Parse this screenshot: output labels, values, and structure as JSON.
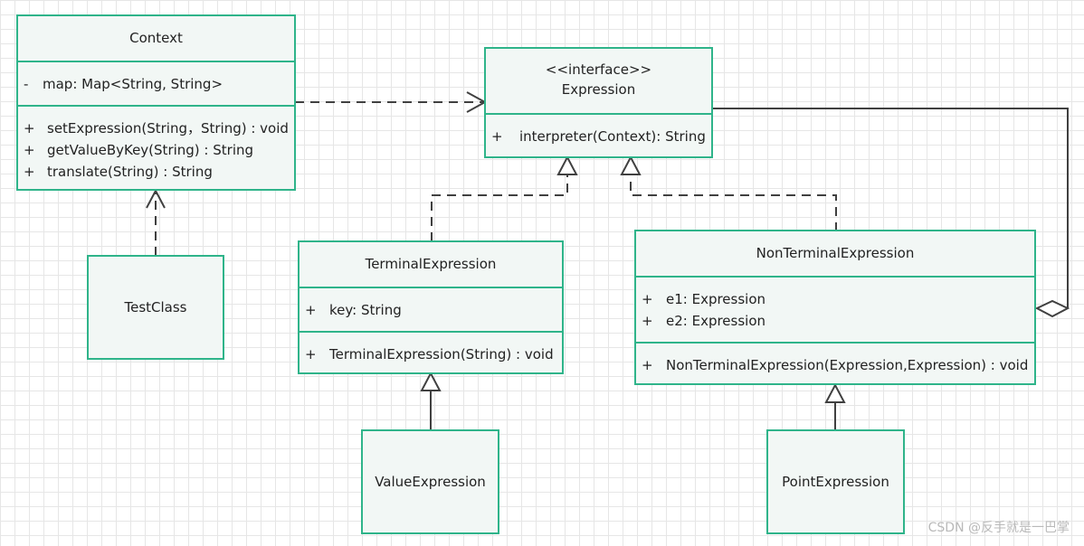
{
  "colors": {
    "border": "#2fb48a",
    "fill": "#f2f7f5",
    "line": "#404040",
    "grid": "#e6e6e6"
  },
  "context": {
    "name": "Context",
    "attributes": [
      {
        "vis": "-",
        "text": "map: Map<String, String>"
      }
    ],
    "methods": [
      {
        "vis": "+",
        "text": "setExpression(String，String) : void"
      },
      {
        "vis": "+",
        "text": "getValueByKey(String) : String"
      },
      {
        "vis": "+",
        "text": "translate(String) : String"
      }
    ]
  },
  "expression": {
    "stereotype": "<<interface>>",
    "name": "Expression",
    "methods": [
      {
        "vis": "+",
        "text": "interpreter(Context): String"
      }
    ]
  },
  "terminal": {
    "name": "TerminalExpression",
    "attributes": [
      {
        "vis": "+",
        "text": "key: String"
      }
    ],
    "methods": [
      {
        "vis": "+",
        "text": "TerminalExpression(String) : void"
      }
    ]
  },
  "nonterminal": {
    "name": "NonTerminalExpression",
    "attributes": [
      {
        "vis": "+",
        "text": "e1: Expression"
      },
      {
        "vis": "+",
        "text": "e2: Expression"
      }
    ],
    "methods": [
      {
        "vis": "+",
        "text": "NonTerminalExpression(Expression,Expression) : void"
      }
    ]
  },
  "testclass": {
    "name": "TestClass"
  },
  "valueexpr": {
    "name": "ValueExpression"
  },
  "pointexpr": {
    "name": "PointExpression"
  },
  "watermark": "CSDN @反手就是一巴掌"
}
